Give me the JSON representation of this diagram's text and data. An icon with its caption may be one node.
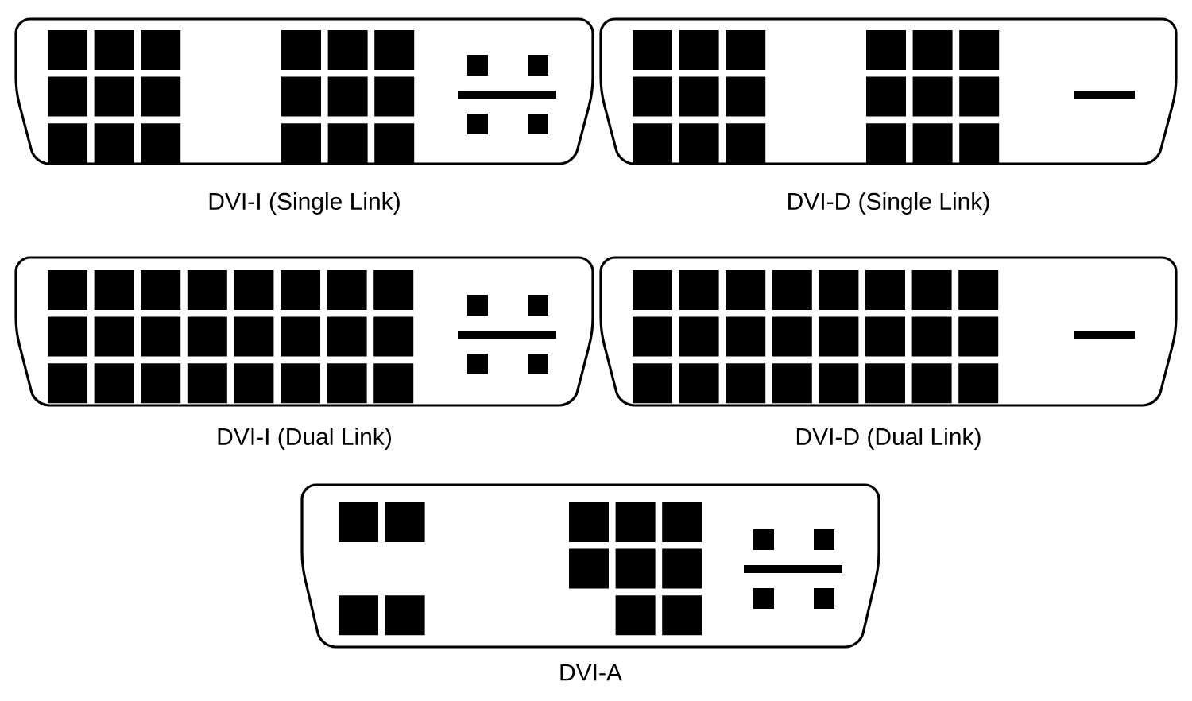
{
  "diagram": {
    "nodes": [
      {
        "text": [
          "DVI-I (Single Link)"
        ]
      },
      {
        "text": [
          "DVI-D (Single Link)"
        ]
      },
      {
        "text": [
          "DVI-I (Dual Link)"
        ]
      },
      {
        "text": [
          "DVI-D (Dual Link)"
        ]
      },
      {
        "text": [
          "DVI-A"
        ]
      }
    ]
  }
}
